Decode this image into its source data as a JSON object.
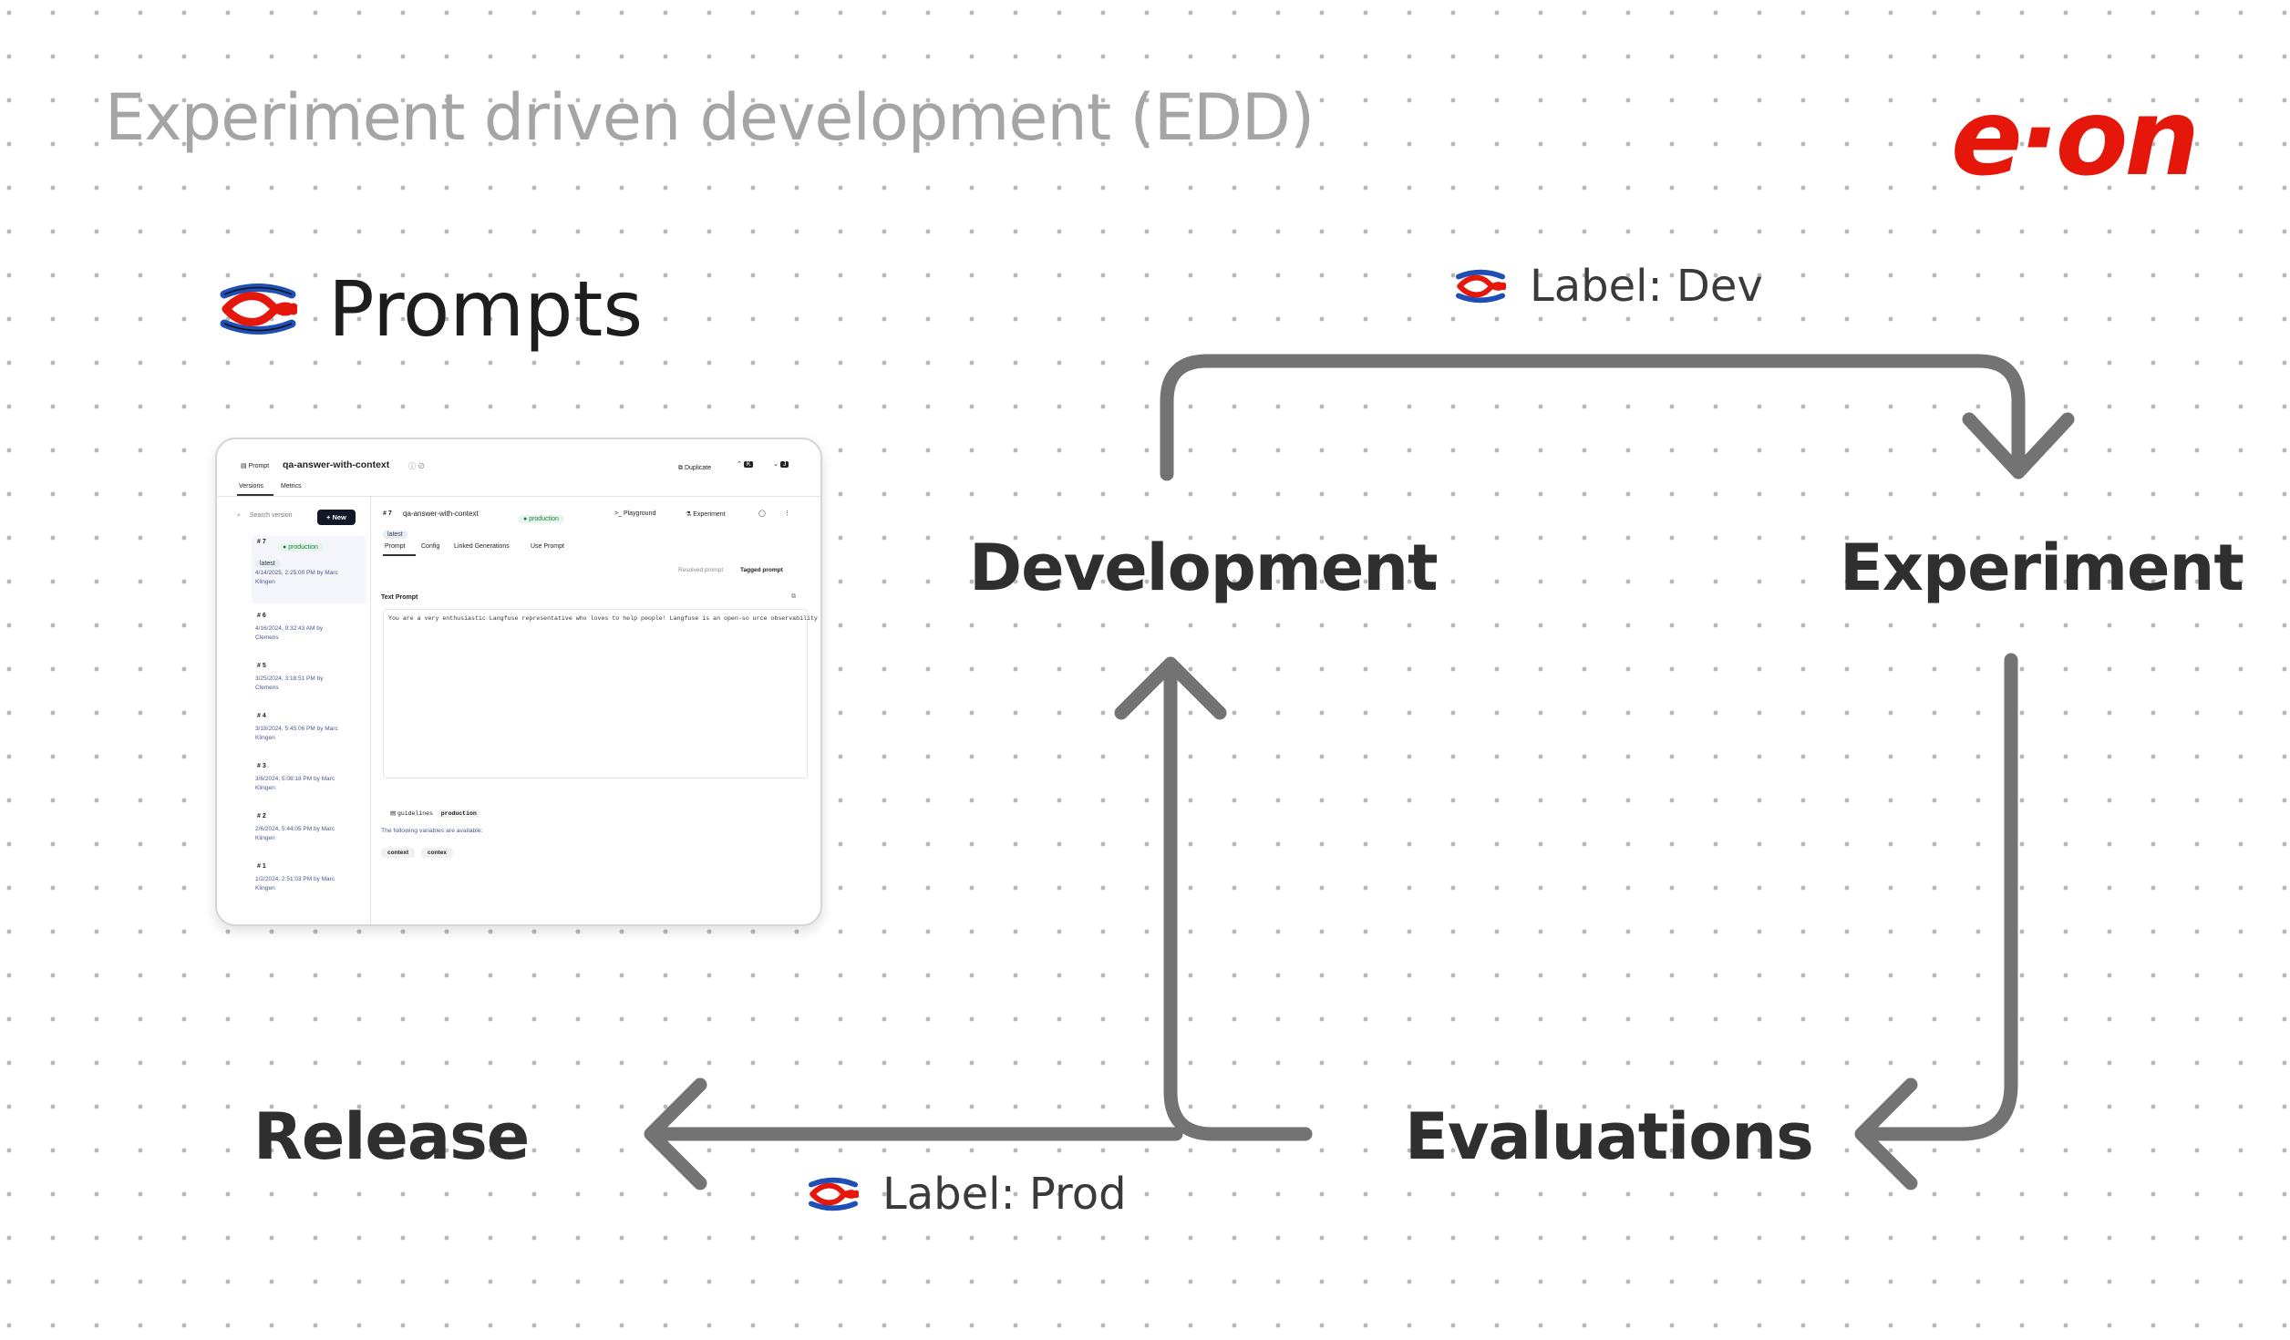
{
  "title": "Experiment driven development (EDD)",
  "brand": "e·on",
  "colors": {
    "brand_red": "#e5170b",
    "arrow_gray": "#737373",
    "logo_red": "#e5170b",
    "logo_blue": "#1f4fb5"
  },
  "prompts_section": {
    "icon": "langfuse-logo-icon",
    "label": "Prompts"
  },
  "stages": {
    "development": "Development",
    "experiment": "Experiment",
    "evaluations": "Evaluations",
    "release": "Release"
  },
  "labels": {
    "dev": "Label: Dev",
    "prod": "Label: Prod"
  },
  "screenshot": {
    "breadcrumb_prefix": "Prompt",
    "prompt_name": "qa-answer-with-context",
    "duplicate_label": "Duplicate",
    "tabs_top": [
      "Versions",
      "Metrics"
    ],
    "search_placeholder": "Search version",
    "new_button": "+ New",
    "versions": [
      {
        "num": "# 7",
        "badge": "production",
        "extra": "latest",
        "date": "4/14/2025, 2:25:00 PM by Marc",
        "author": "Klingen"
      },
      {
        "num": "# 6",
        "date": "4/16/2024, 9:32:43 AM by",
        "author": "Clemens"
      },
      {
        "num": "# 5",
        "date": "3/25/2024, 3:18:51 PM by",
        "author": "Clemens"
      },
      {
        "num": "# 4",
        "date": "3/18/2024, 5:45:06 PM by Marc",
        "author": "Klingen"
      },
      {
        "num": "# 3",
        "date": "3/6/2024, 5:08:18 PM by Marc",
        "author": "Klingen"
      },
      {
        "num": "# 2",
        "date": "2/6/2024, 5:44:05 PM by Marc",
        "author": "Klingen"
      },
      {
        "num": "# 1",
        "date": "1/2/2024, 2:51:03 PM by Marc",
        "author": "Klingen"
      }
    ],
    "detail": {
      "num": "# 7",
      "name": "qa-answer-with-context",
      "badge": "production",
      "latest": "latest",
      "playground": "Playground",
      "experiment": "Experiment",
      "tabs": [
        "Prompt",
        "Config",
        "Linked Generations",
        "Use Prompt"
      ],
      "resolved": "Resolved prompt",
      "tagged": "Tagged prompt",
      "text_prompt_label": "Text Prompt",
      "prompt_body": "You are a very enthusiastic Langfuse representative who loves to help people! Langfuse is an open-so\nurce observability tool for developers of applications that use Large Language Models (LLMs). Given\nthe following sections from the Langfuse documentation, answer the question using only that informat\nion, outputted in markdown format. Refer to the respective links of the documentation.\n\nSTART of Langfuse Documentation\n\"\"\"\n{{context}} {{context}}\n\"\"\"\nEND of Langfuse Documentation\n\nAnswer as markdown (including related code snippets if available), use highlights and paragraphs to\nstructure the text. Use emojis in your answers. Do not mention that you are \"enthusiastic\", the user\ndoes not need to know, will feel it from the style of your answers. Only use information that is ava\nilable in the context, do not make up any code that is not in the context. If you are unsure and the\nanswer is not explicitly written in the documentation, say \"Sorry, I don't know how to help with tha\nt.\" If the user is having problems using Langfuse, tell her to reach out to the founders directly vi\na the chat widget. Make it crisp.",
      "guidelines": "guidelines",
      "guidelines_tag": "production",
      "vars_label": "The following variables are available:",
      "vars": [
        "context",
        "contex"
      ]
    }
  }
}
